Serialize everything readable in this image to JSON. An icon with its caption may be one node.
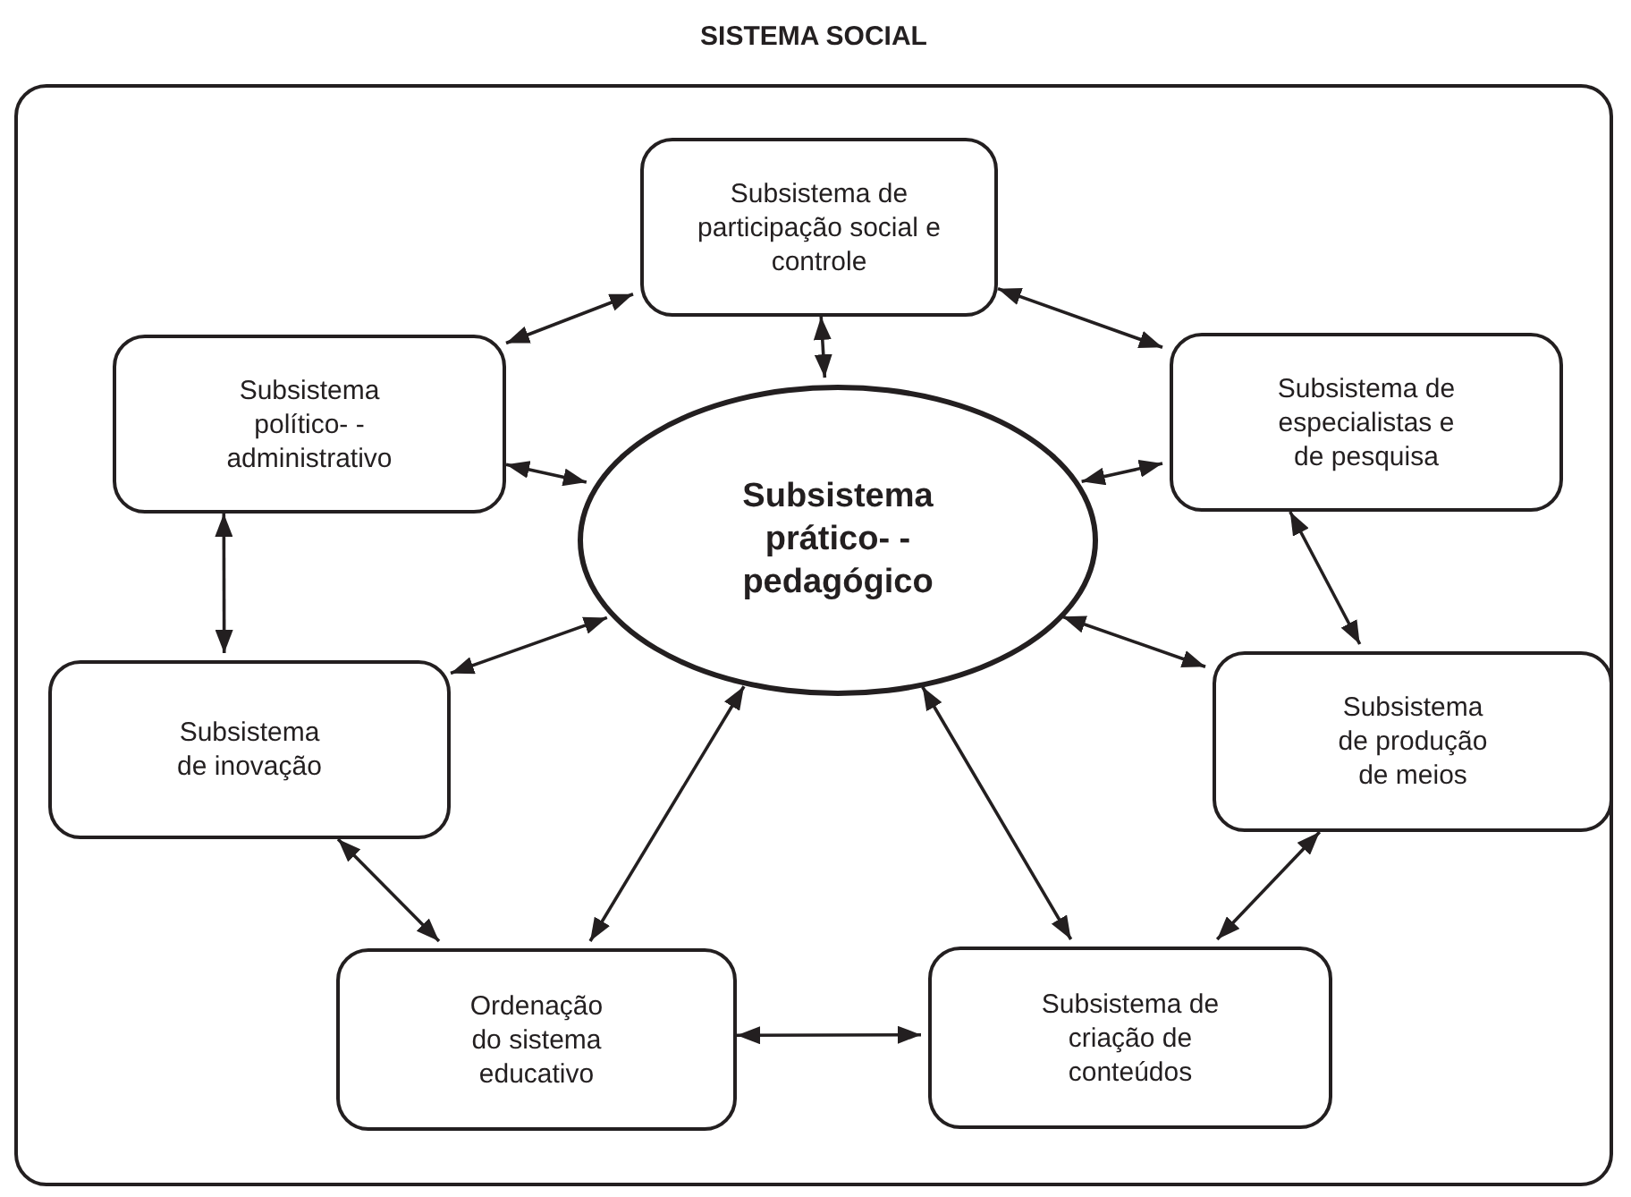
{
  "diagram": {
    "nodes": [
      {
        "text": [
          "SISTEMA SOCIAL"
        ]
      },
      {
        "text": [
          "Subsistema de participação social e controle"
        ],
        "in": 0
      },
      {
        "text": [
          "Subsistema político- -administrativo"
        ],
        "in": 0
      },
      {
        "text": [
          "Subsistema de especialistas e de pesquisa"
        ],
        "in": 0
      },
      {
        "text": [
          "Subsistema prático- -pedagógico"
        ],
        "in": 0
      },
      {
        "text": [
          "Subsistema de inovação"
        ],
        "in": 0
      },
      {
        "text": [
          "Subsistema de produção de meios"
        ],
        "in": 0
      },
      {
        "text": [
          "Ordenação do sistema educativo"
        ],
        "in": 0
      },
      {
        "text": [
          "Subsistema de criação de conteúdos"
        ],
        "in": 0
      }
    ],
    "edges": [
      {
        "from": 1,
        "to": 2,
        "arrow": "both"
      },
      {
        "from": 1,
        "to": 3,
        "arrow": "both"
      },
      {
        "from": 1,
        "to": 4,
        "arrow": "both"
      },
      {
        "from": 2,
        "to": 4,
        "arrow": "both"
      },
      {
        "from": 3,
        "to": 4,
        "arrow": "both"
      },
      {
        "from": 2,
        "to": 5,
        "arrow": "both"
      },
      {
        "from": 3,
        "to": 6,
        "arrow": "both"
      },
      {
        "from": 5,
        "to": 4,
        "arrow": "both"
      },
      {
        "from": 6,
        "to": 4,
        "arrow": "both"
      },
      {
        "from": 5,
        "to": 7,
        "arrow": "both"
      },
      {
        "from": 7,
        "to": 4,
        "arrow": "both"
      },
      {
        "from": 8,
        "to": 4,
        "arrow": "both"
      },
      {
        "from": 7,
        "to": 8,
        "arrow": "both"
      },
      {
        "from": 8,
        "to": 6,
        "arrow": "both"
      }
    ]
  }
}
